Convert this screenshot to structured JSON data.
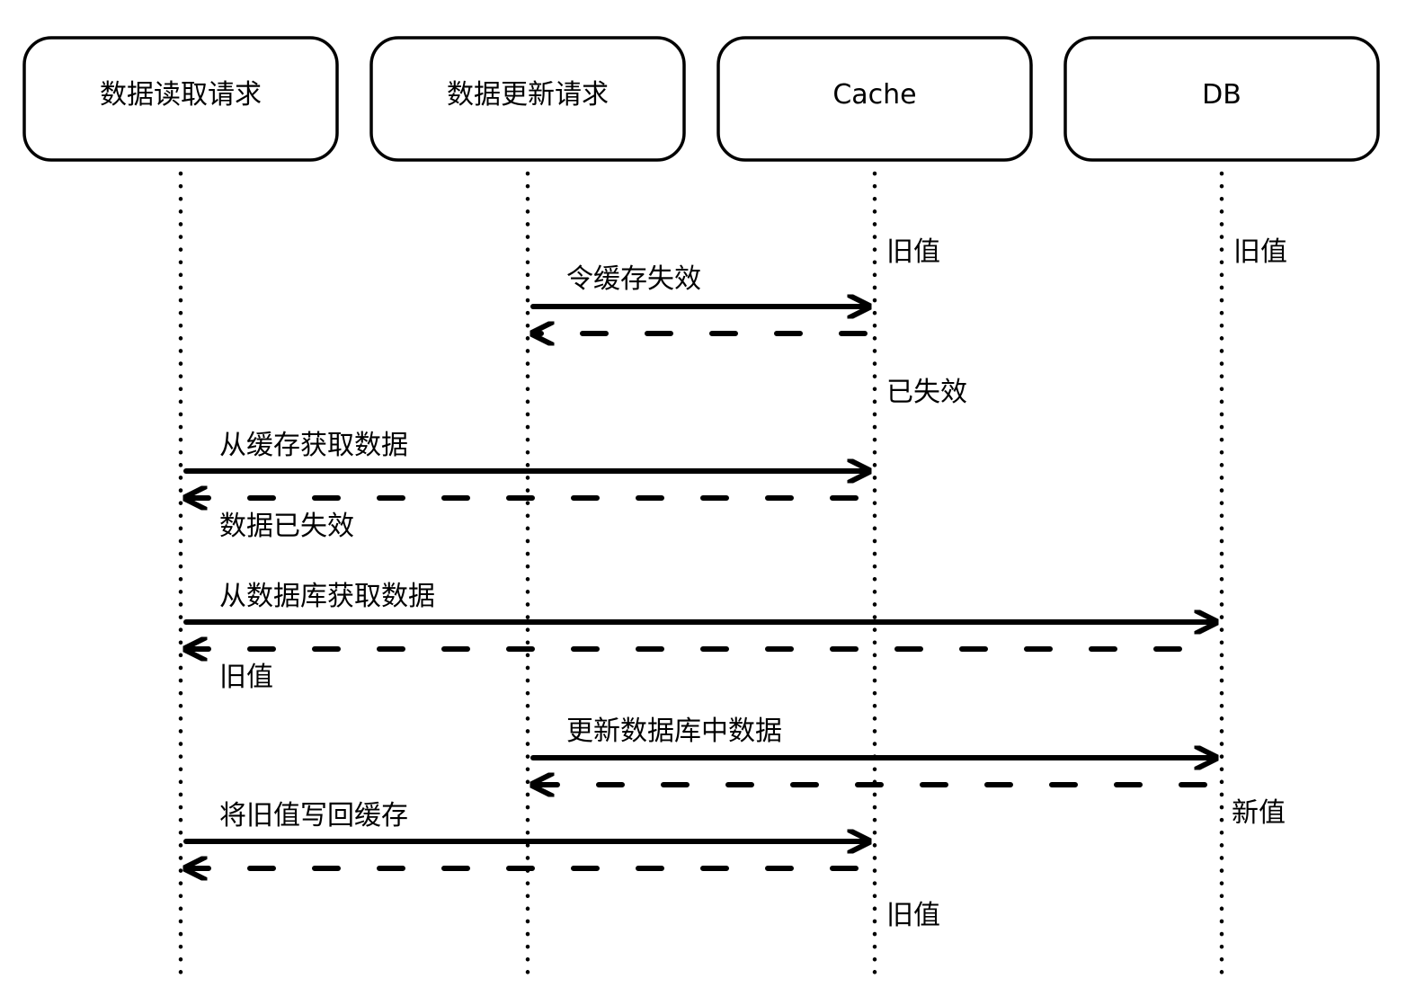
{
  "colors": {
    "line": "#000000",
    "box_fill": "#ffffff",
    "background": "#ffffff"
  },
  "participants": [
    {
      "id": "reader",
      "label": "数据读取请求"
    },
    {
      "id": "updater",
      "label": "数据更新请求"
    },
    {
      "id": "cache",
      "label": "Cache"
    },
    {
      "id": "db",
      "label": "DB"
    }
  ],
  "states": [
    {
      "at": "cache",
      "label": "旧值"
    },
    {
      "at": "db",
      "label": "旧值"
    },
    {
      "at": "cache",
      "label": "已失效"
    },
    {
      "at": "db",
      "label": "新值"
    },
    {
      "at": "cache",
      "label": "旧值"
    }
  ],
  "messages": [
    {
      "from": "updater",
      "to": "cache",
      "label": "令缓存失效",
      "has_reply": true,
      "reply_label": ""
    },
    {
      "from": "reader",
      "to": "cache",
      "label": "从缓存获取数据",
      "has_reply": true,
      "reply_label": "数据已失效"
    },
    {
      "from": "reader",
      "to": "db",
      "label": "从数据库获取数据",
      "has_reply": true,
      "reply_label": "旧值"
    },
    {
      "from": "updater",
      "to": "db",
      "label": "更新数据库中数据",
      "has_reply": true,
      "reply_label": ""
    },
    {
      "from": "reader",
      "to": "cache",
      "label": "将旧值写回缓存",
      "has_reply": true,
      "reply_label": ""
    }
  ]
}
